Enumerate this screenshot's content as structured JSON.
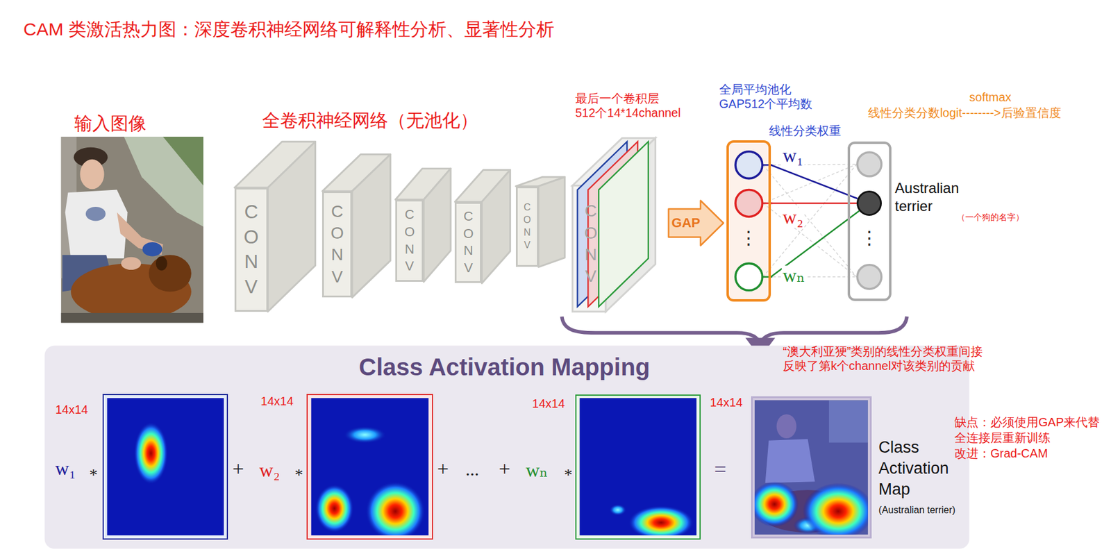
{
  "diagram": {
    "title": "CAM 类激活热力图：深度卷积神经网络可解释性分析、显著性分析",
    "nodes": [
      {
        "text": [
          "输入图像"
        ]
      },
      {
        "text": [
          "CONV"
        ]
      },
      {
        "text": [
          "CONV"
        ]
      },
      {
        "text": [
          "CONV"
        ]
      },
      {
        "text": [
          "CONV"
        ]
      },
      {
        "text": [
          "CONV"
        ]
      },
      {
        "text": [
          "最后一个卷积层 512个14*14channel",
          "CONV"
        ]
      },
      {
        "text": [
          "GAP"
        ]
      },
      {
        "text": [
          "⋮"
        ]
      },
      {
        "text": [
          "⋮"
        ]
      },
      {
        "text": [
          "Australian terrier"
        ],
        "in": 9
      },
      {
        "text": [
          "Class Activation Mapping"
        ]
      },
      {
        "text": [
          "14x14"
        ],
        "in": 11
      },
      {
        "text": [
          "14x14"
        ],
        "in": 11
      },
      {
        "text": [
          "14x14"
        ],
        "in": 11
      },
      {
        "text": [
          "14x14",
          "Class Activation Map",
          "(Australian terrier)"
        ],
        "in": 11
      }
    ],
    "edges": [
      {
        "from": 8,
        "to": 10,
        "label": "w₁",
        "arrow": "none"
      },
      {
        "from": 8,
        "to": 10,
        "label": "w₂",
        "arrow": "none"
      },
      {
        "from": 8,
        "to": 10,
        "label": "wₙ",
        "arrow": "none"
      }
    ],
    "labels": [
      "全卷积神经网络（无池化）",
      "全局平均池化 GAP512个平均数",
      "线性分类权重",
      "softmax",
      "线性分类分数logit-------->后验置信度",
      "（一个狗的名字）",
      "“澳大利亚㹴”类别的线性分类权重间接 反映了第k个channel对该类别的贡献",
      "w₁",
      "*",
      "+",
      "w₂",
      "*",
      "+",
      "...",
      "+",
      "wₙ",
      "*",
      "=",
      "缺点：必须使用GAP来代替 全连接层重新训练 改进：Grad-CAM"
    ]
  }
}
